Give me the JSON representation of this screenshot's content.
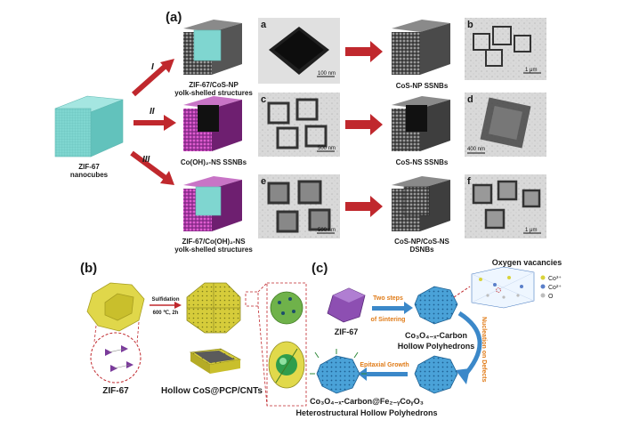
{
  "panels": {
    "a": "(a)",
    "b": "(b)",
    "c": "(c)"
  },
  "panel_a": {
    "start_line1": "ZIF-67",
    "start_line2": "nanocubes",
    "routes": [
      "I",
      "II",
      "III"
    ],
    "row1": {
      "left_line1": "ZIF-67/CoS-NP",
      "left_line2": "yolk-shelled structures",
      "tem1_label": "a",
      "tem1_scale": "100 nm",
      "right_caption": "CoS-NP SSNBs",
      "tem2_label": "b",
      "tem2_scale": "1 μm"
    },
    "row2": {
      "left_caption": "Co(OH)₂-NS SSNBs",
      "tem1_label": "c",
      "tem1_scale": "500 nm",
      "right_caption": "CoS-NS SSNBs",
      "tem2_label": "d",
      "tem2_scale": "400 nm"
    },
    "row3": {
      "left_line1": "ZIF-67/Co(OH)₂-NS",
      "left_line2": "yolk-shelled structures",
      "tem1_label": "e",
      "tem1_scale": "500 nm",
      "right_line1": "CoS-NP/CoS-NS",
      "right_line2": "DSNBs",
      "tem2_label": "f",
      "tem2_scale": "1 μm"
    }
  },
  "panel_b": {
    "step_line1": "Sulfidation",
    "step_line2": "600 ℃, 2h",
    "left_caption": "ZIF-67",
    "right_caption": "Hollow CoS@PCP/CNTs"
  },
  "panel_c": {
    "start_caption": "ZIF-67",
    "step1_line1": "Two steps",
    "step1_line2": "of Sintering",
    "mid_line1": "Co₃O₄₋ₓ-Carbon",
    "mid_line2": "Hollow Polyhedrons",
    "vacancy_title": "Oxygen vacancies",
    "legend": [
      "Co³⁺",
      "Co²⁺",
      "O"
    ],
    "nucleation": "Nucleation on Defects",
    "epitaxial": "Epitaxial Growth",
    "final_line1": "Co₃O₄₋ₓ-Carbon@Fe₂₋ᵧCoᵧO₃",
    "final_line2": "Heterostructural Hollow Polyhedrons"
  },
  "colors": {
    "zif_cube": "#7fd6d0",
    "arrow_red": "#c0282d",
    "arrow_blue": "#3b88c9",
    "text_orange": "#e07b17",
    "dodeca_yellow": "#d6cc3a",
    "zif_purple": "#7a3a9b"
  }
}
